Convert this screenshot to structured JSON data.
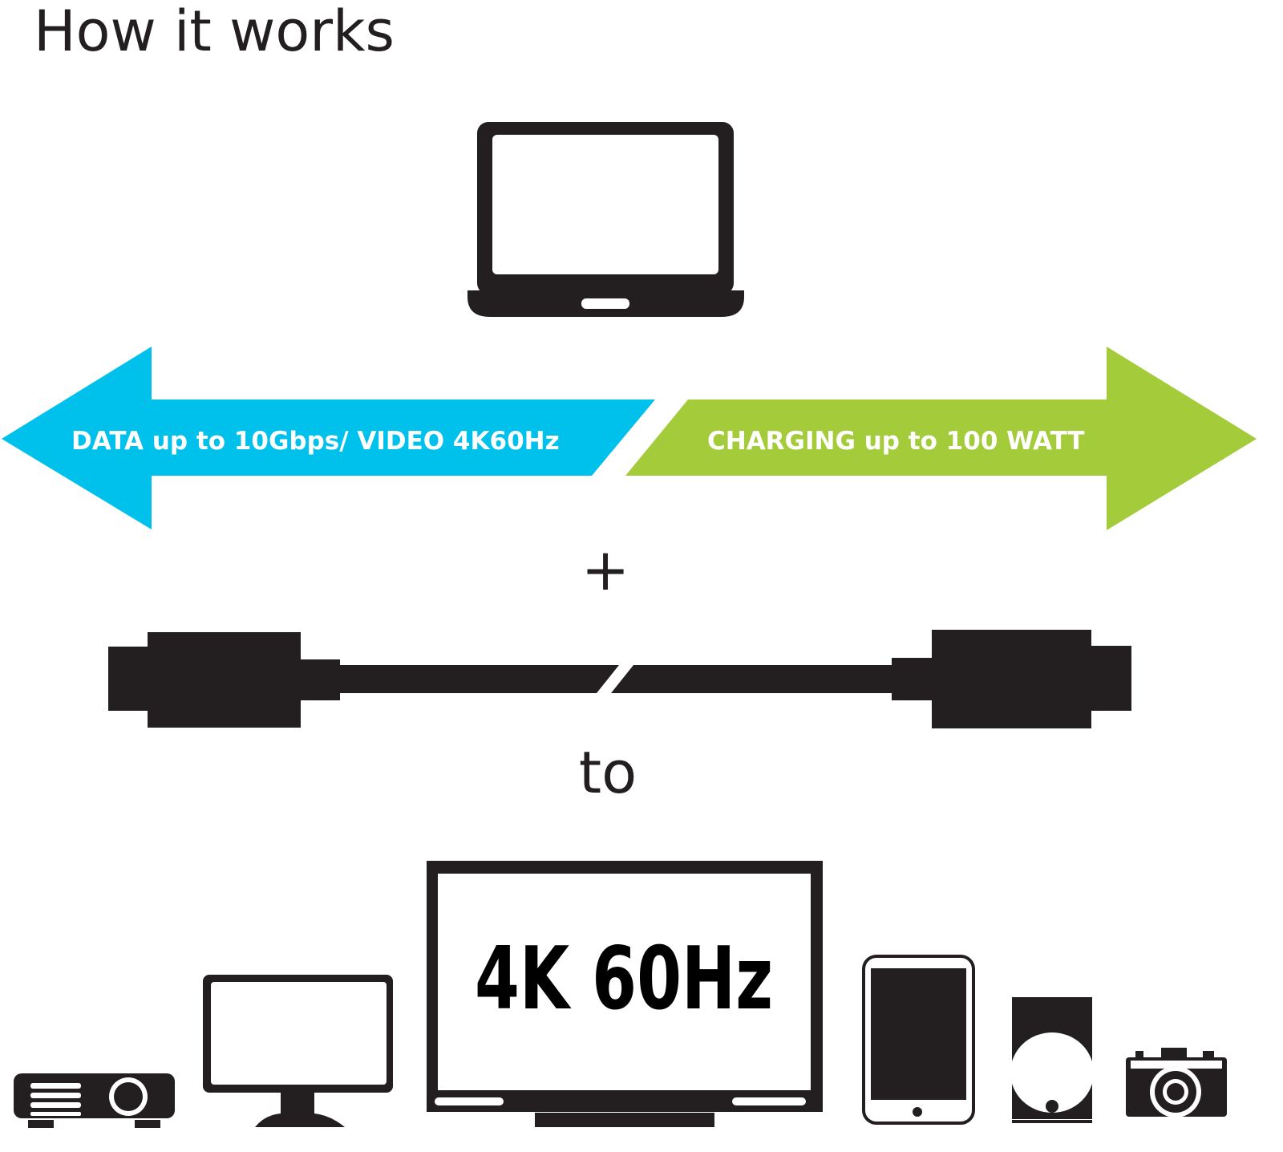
{
  "title": "How it works",
  "arrows": {
    "left_label": "DATA up to 10Gbps/ VIDEO 4K60Hz",
    "right_label": "CHARGING up to 100 WATT",
    "left_color": "#00c1eb",
    "right_color": "#a4cb3a"
  },
  "plus": "+",
  "to": "to",
  "tv_label": "4K 60Hz",
  "icon_color": "#231f20",
  "devices": [
    "projector-icon",
    "monitor-icon",
    "tv-icon",
    "tablet-icon",
    "speaker-icon",
    "camera-icon"
  ]
}
